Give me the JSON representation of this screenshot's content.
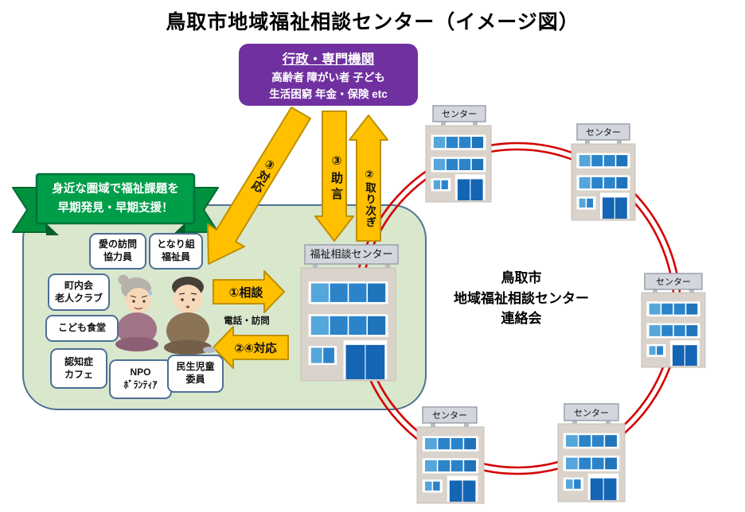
{
  "title": "鳥取市地域福祉相談センター（イメージ図）",
  "government_box": {
    "title": "行政・専門機関",
    "line1": "高齢者 障がい者 子ども",
    "line2": "生活困窮 年金・保険 etc"
  },
  "ribbon": {
    "line1": "身近な圏域で福祉課題を",
    "line2": "早期発見・早期支援！"
  },
  "community": {
    "groups": [
      {
        "label": "愛の訪問\n協力員"
      },
      {
        "label": "となり組\n福祉員"
      },
      {
        "label": "町内会\n老人クラブ"
      },
      {
        "label": "こども食堂"
      },
      {
        "label": "認知症\nカフェ"
      },
      {
        "label": "NPO\nﾎﾞﾗﾝﾃｨｱ"
      },
      {
        "label": "民生児童\n委員"
      }
    ]
  },
  "arrows": {
    "respond_diag": "③対応",
    "advice": "③助言",
    "referral": "②取り次ぎ",
    "consult": "①相談",
    "phone_visit": "電話・訪問",
    "respond_back": "②④対応"
  },
  "main_center": {
    "label": "福祉相談センター"
  },
  "network": {
    "label": "鳥取市\n地域福祉相談センター\n連絡会",
    "centers": [
      {
        "label": "センター"
      },
      {
        "label": "センター"
      },
      {
        "label": "センター"
      },
      {
        "label": "センター"
      },
      {
        "label": "センター"
      }
    ]
  },
  "colors": {
    "purple": "#7030A0",
    "arrow_yellow": "#FFC000",
    "arrow_border": "#BF9000",
    "ribbon_green": "#009E49",
    "area_green": "#D9E7CD",
    "area_border": "#4F7391",
    "ring_red": "#D40000",
    "window_blue": "#2B84CA",
    "building_gray": "#D9D3CC"
  }
}
